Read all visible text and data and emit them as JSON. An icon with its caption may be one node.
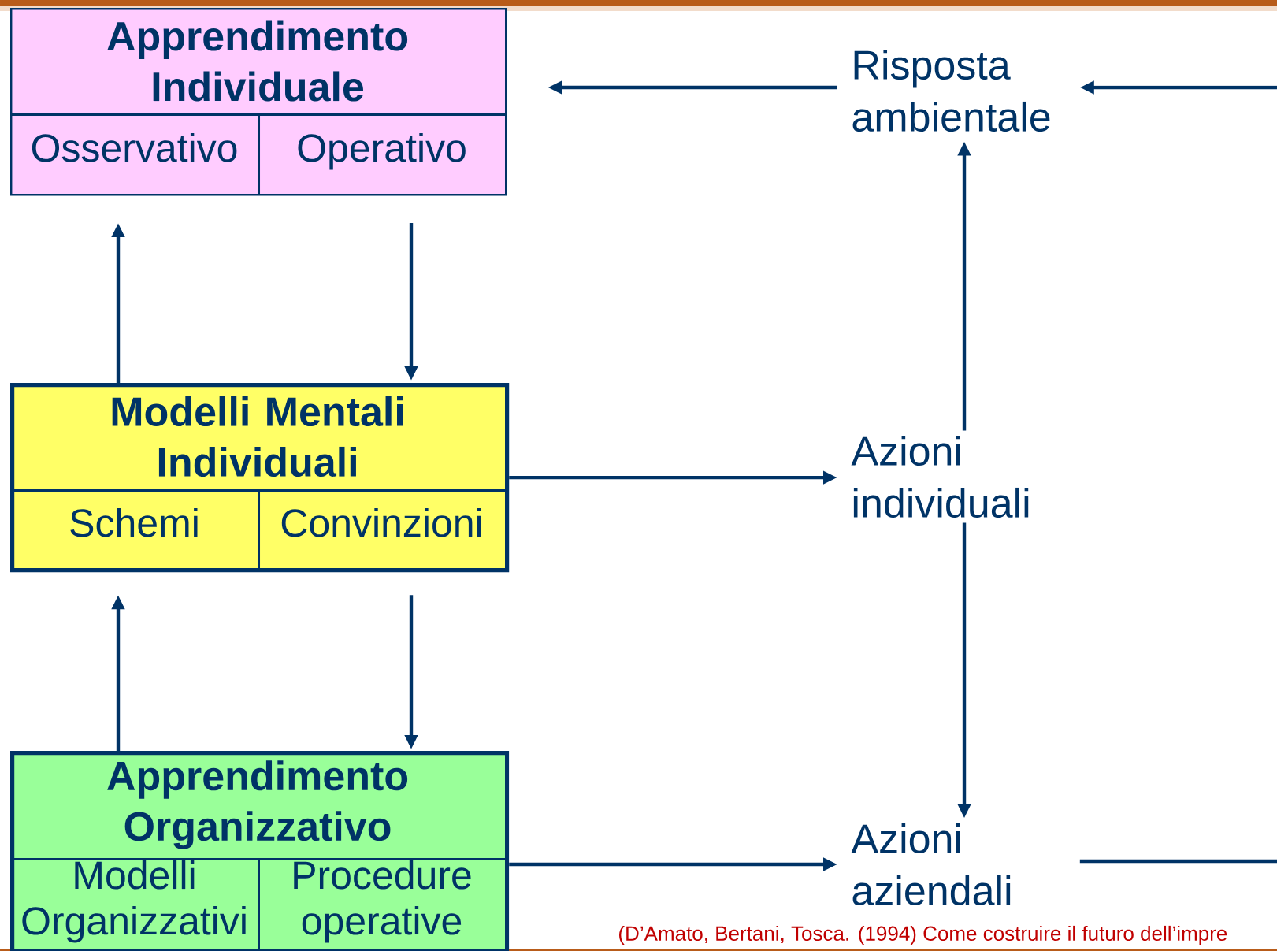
{
  "diagram": {
    "nodes": [
      {
        "text": [
          "Apprendimento Individuale"
        ]
      },
      {
        "text": [
          "Osservativo"
        ],
        "in": 0
      },
      {
        "text": [
          "Operativo"
        ],
        "in": 0
      },
      {
        "text": [
          "Modelli Mentali Individuali"
        ]
      },
      {
        "text": [
          "Schemi"
        ],
        "in": 3
      },
      {
        "text": [
          "Convinzioni"
        ],
        "in": 3
      },
      {
        "text": [
          "Apprendimento Organizzativo"
        ]
      },
      {
        "text": [
          "Modelli Organizzativi"
        ],
        "in": 6
      },
      {
        "text": [
          "Procedure operative"
        ],
        "in": 6
      },
      {
        "text": [
          "Risposta ambientale"
        ]
      },
      {
        "text": [
          "Azioni individuali"
        ]
      },
      {
        "text": [
          "Azioni aziendali"
        ]
      }
    ],
    "edges": [
      {
        "from": 3,
        "to": 1,
        "arrow": "to"
      },
      {
        "from": 2,
        "to": 3,
        "arrow": "to"
      },
      {
        "from": 6,
        "to": 3,
        "arrow": "to"
      },
      {
        "from": 3,
        "to": 6,
        "arrow": "to"
      },
      {
        "from": 3,
        "to": 10,
        "arrow": "to"
      },
      {
        "from": 10,
        "to": 9,
        "arrow": "to"
      },
      {
        "from": 10,
        "to": 11,
        "arrow": "to"
      },
      {
        "from": 6,
        "to": 11,
        "arrow": "to"
      },
      {
        "from": 9,
        "to": 0,
        "arrow": "to"
      },
      {
        "from": null,
        "to": 9,
        "arrow": "to"
      },
      {
        "from": 11,
        "to": null,
        "arrow": "none"
      }
    ],
    "labels": [
      "(D’Amato, Bertani, Tosca. (1994) Come costruire il futuro dell’impre"
    ]
  }
}
